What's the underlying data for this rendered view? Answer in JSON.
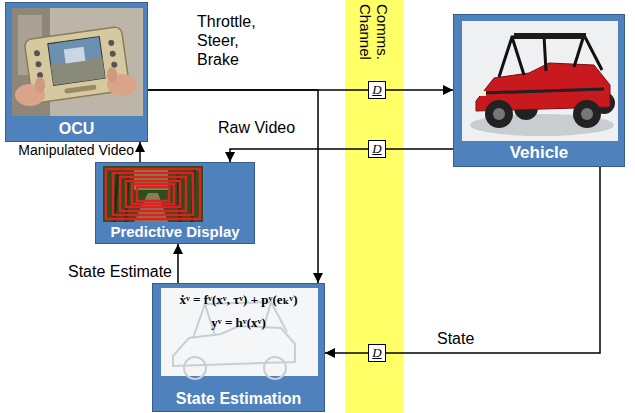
{
  "diagram": {
    "nodes": [
      {
        "text": [
          "OCU"
        ]
      },
      {
        "text": [
          "Comms. Channel"
        ]
      },
      {
        "text": [
          "D"
        ],
        "in": 1
      },
      {
        "text": [
          "D"
        ],
        "in": 1
      },
      {
        "text": [
          "Vehicle"
        ]
      },
      {
        "text": [
          "Predictive Display"
        ]
      },
      {
        "text": [
          "D"
        ],
        "in": 1
      },
      {
        "text": [
          "ẋᵛ = fᵛ(xᵛ, τᵛ) + pᵛ(eₖᵛ)",
          "yᵛ = hᵛ(xᵛ)",
          "State Estimation"
        ]
      }
    ],
    "edges": [
      {
        "from": 0,
        "to": 2,
        "arrow": "none",
        "label": "Throttle, Steer, Brake"
      },
      {
        "from": 0,
        "to": 7,
        "arrow": "to"
      },
      {
        "from": 2,
        "to": 4,
        "arrow": "to"
      },
      {
        "from": 4,
        "to": 3,
        "arrow": "none"
      },
      {
        "from": 3,
        "to": 5,
        "arrow": "to",
        "label": "Raw Video"
      },
      {
        "from": 5,
        "to": 0,
        "arrow": "to",
        "label": "Manipulated Video"
      },
      {
        "from": 7,
        "to": 5,
        "arrow": "to",
        "label": "State Estimate"
      },
      {
        "from": 4,
        "to": 6,
        "arrow": "none",
        "label": "State"
      },
      {
        "from": 6,
        "to": 7,
        "arrow": "to"
      }
    ]
  }
}
